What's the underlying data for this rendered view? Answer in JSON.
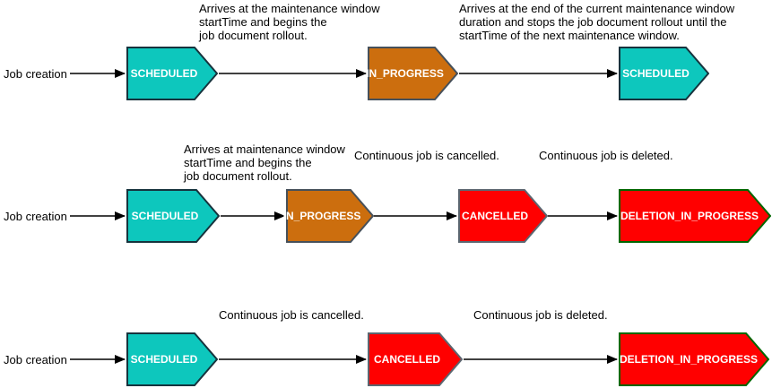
{
  "palette": {
    "scheduled": {
      "fill": "#0DC7BD",
      "stroke": "#16333D"
    },
    "in_progress": {
      "fill": "#CC6E0E",
      "stroke": "#46505A"
    },
    "cancelled": {
      "fill": "#FF0000",
      "stroke": "#5C6670"
    },
    "deletion_in_progress": {
      "fill": "#FF0000",
      "stroke": "#006600"
    }
  },
  "arrow_color": "#000000",
  "rows": [
    {
      "source": "Job creation",
      "states": [
        {
          "label": "SCHEDULED"
        },
        {
          "label": "IN_PROGRESS"
        },
        {
          "label": "SCHEDULED"
        }
      ],
      "annotations": [
        "Arrives at the maintenance window\nstartTime and begins the\njob document rollout.",
        "Arrives at the end of the current maintenance window\nduration and stops the job document rollout until the\nstartTime of the next maintenance window."
      ]
    },
    {
      "source": "Job creation",
      "states": [
        {
          "label": "SCHEDULED"
        },
        {
          "label": "IN_PROGRESS"
        },
        {
          "label": "CANCELLED"
        },
        {
          "label": "DELETION_IN_PROGRESS"
        }
      ],
      "annotations": [
        "Arrives at maintenance window\nstartTime and begins the\njob document rollout.",
        "Continuous job is cancelled.",
        "Continuous job is deleted."
      ]
    },
    {
      "source": "Job creation",
      "states": [
        {
          "label": "SCHEDULED"
        },
        {
          "label": "CANCELLED"
        },
        {
          "label": "DELETION_IN_PROGRESS"
        }
      ],
      "annotations": [
        "Continuous job is cancelled.",
        "Continuous job is deleted."
      ]
    }
  ]
}
